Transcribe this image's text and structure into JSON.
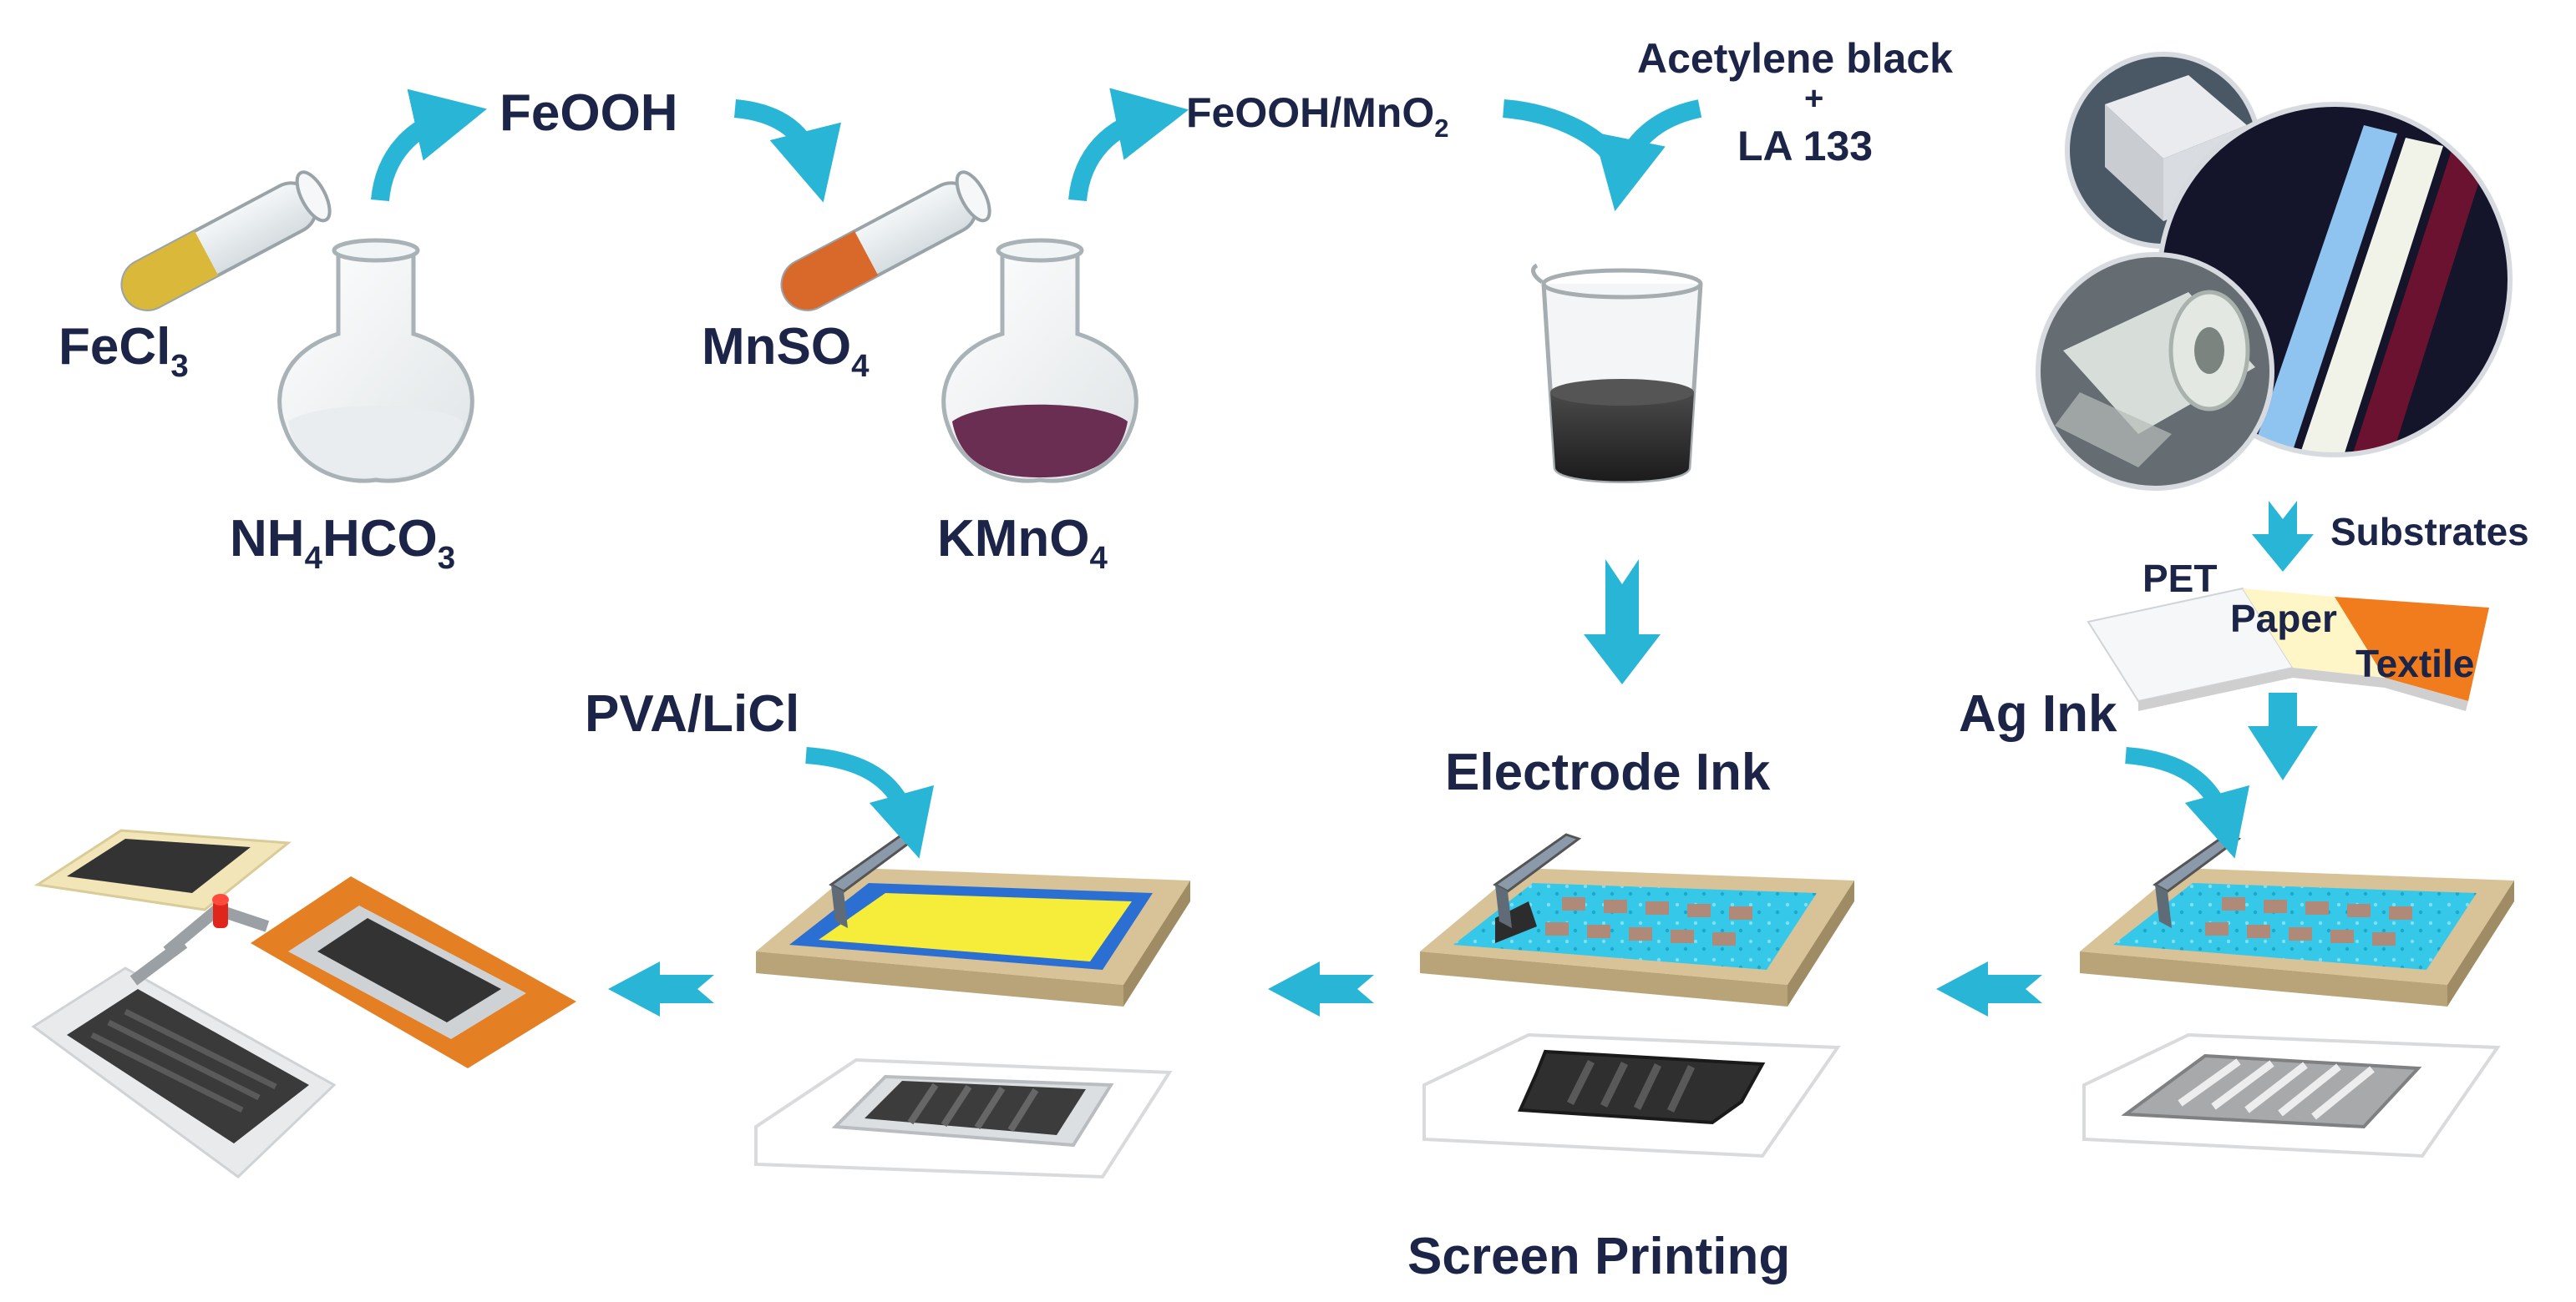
{
  "synthesis": {
    "fecl3": {
      "main": "FeCl",
      "sub": "3"
    },
    "nh4hco3": {
      "p1": "NH",
      "s1": "4",
      "p2": "HCO",
      "s2": "3"
    },
    "feooh": "FeOOH",
    "mnso4": {
      "main": "MnSO",
      "sub": "4"
    },
    "kmno4": {
      "main": "KMnO",
      "sub": "4"
    },
    "feooh_mno2": {
      "main": "FeOOH/MnO",
      "sub": "2"
    },
    "acetylene_black": "Acetylene black",
    "plus": "+",
    "la133": "LA 133"
  },
  "substrates": {
    "label": "Substrates",
    "pet": "PET",
    "paper": "Paper",
    "textile": "Textile"
  },
  "process": {
    "ag_ink": "Ag Ink",
    "electrode_ink": "Electrode Ink",
    "pva_licl": "PVA/LiCl",
    "screen_printing": "Screen Printing"
  },
  "colors": {
    "arrow": "#29b6d6",
    "text": "#1c2448",
    "frame": "#d8c298",
    "electrolyte": "#f6ec3a",
    "mesh": "#35c8e8",
    "textile": "#f07c1e",
    "paper": "#fff6c8"
  }
}
